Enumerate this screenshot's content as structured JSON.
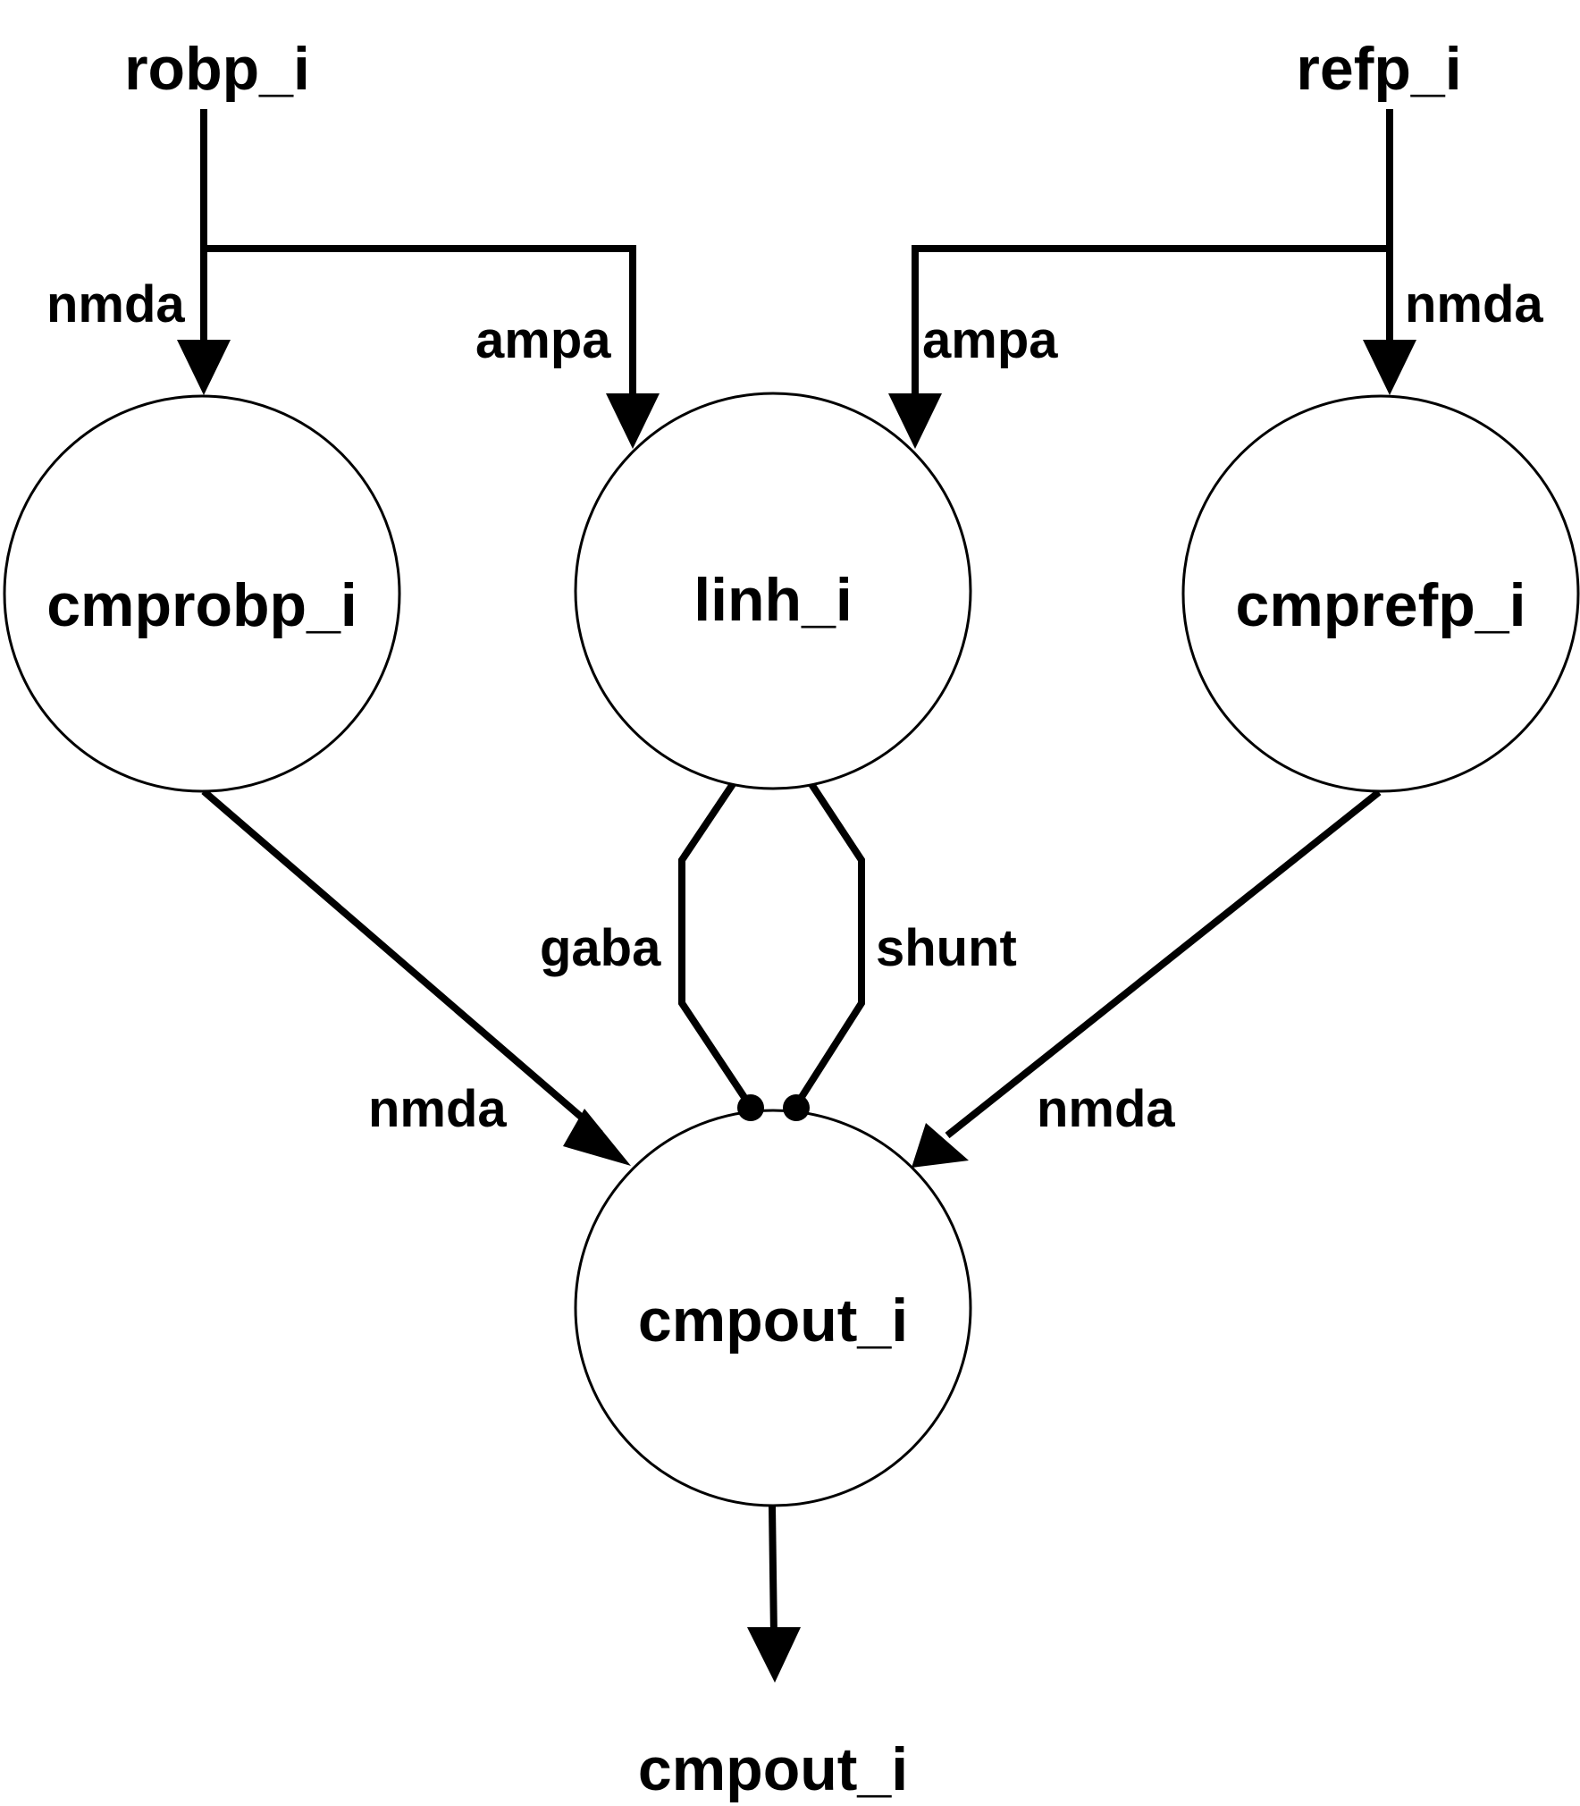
{
  "inputs": {
    "left": "robp_i",
    "right": "refp_i"
  },
  "nodes": {
    "cmprobp": "cmprobp_i",
    "linh": "linh_i",
    "cmprefp": "cmprefp_i",
    "cmpout": "cmpout_i"
  },
  "output": {
    "label": "cmpout_i"
  },
  "edges": {
    "robp_to_cmprobp": "nmda",
    "robp_to_linh": "ampa",
    "refp_to_linh": "ampa",
    "refp_to_cmprefp": "nmda",
    "linh_gaba": "gaba",
    "linh_shunt": "shunt",
    "cmprobp_to_cmpout": "nmda",
    "cmprefp_to_cmpout": "nmda"
  }
}
